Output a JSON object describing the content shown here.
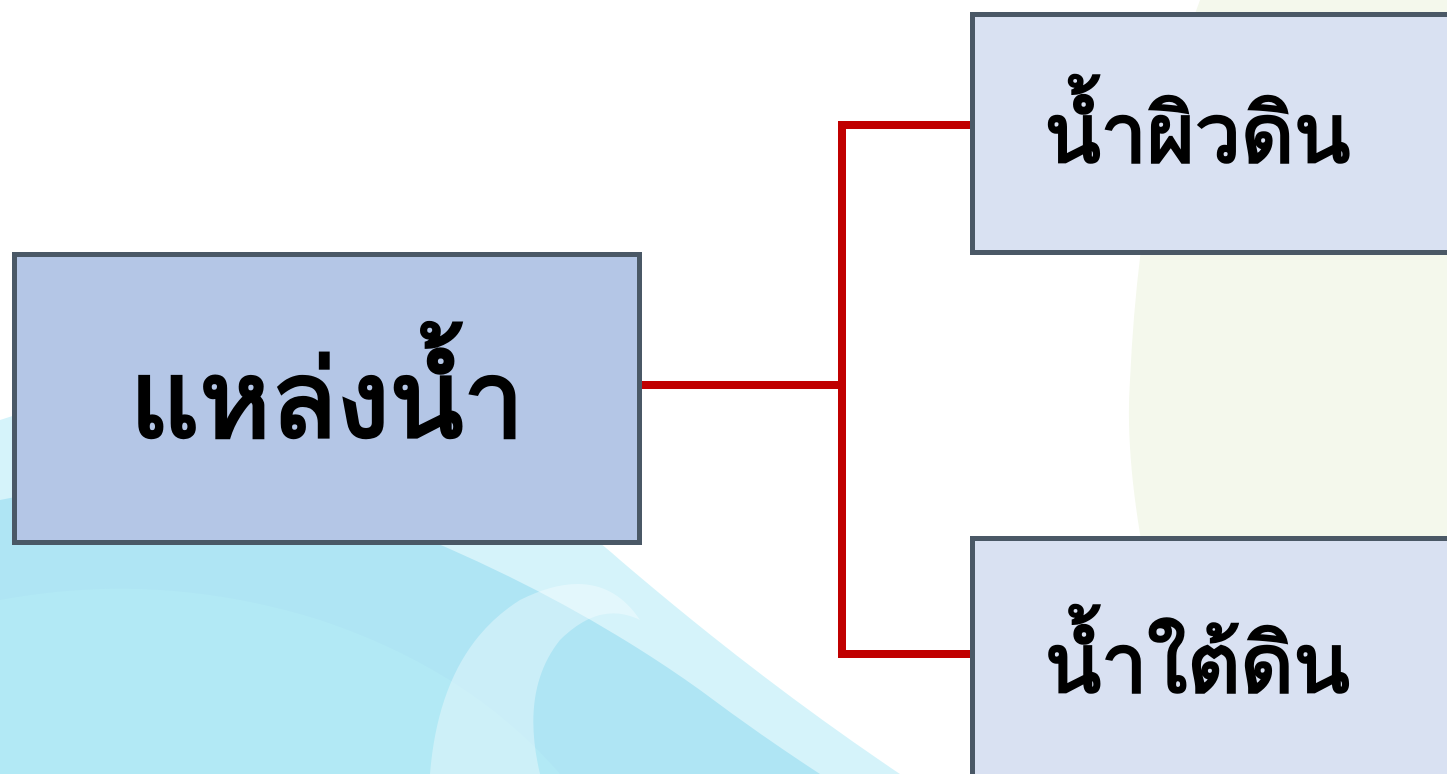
{
  "diagram": {
    "root": {
      "label": "แหล่งน้ำ"
    },
    "children": [
      {
        "label": "น้ำผิวดิน"
      },
      {
        "label": "น้ำใต้ดิน"
      }
    ]
  },
  "colors": {
    "root_fill": "#b4c6e6",
    "child_fill": "#d9e1f2",
    "box_border": "#4a5866",
    "connector": "#c00000",
    "wave_light": "#b3eaf5",
    "wave_mid": "#8fd9ee",
    "right_panel": "#f4f8ec"
  }
}
